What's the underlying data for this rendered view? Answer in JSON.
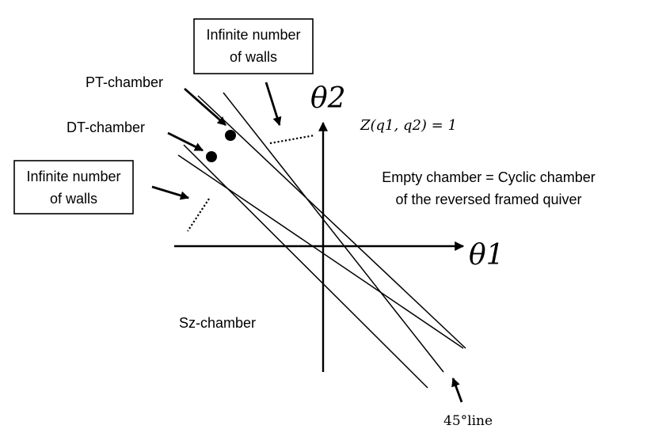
{
  "labels": {
    "top_box_line1": "Infinite number",
    "top_box_line2": "of walls",
    "left_box_line1": "Infinite number",
    "left_box_line2": "of walls",
    "pt_chamber": "PT-chamber",
    "dt_chamber": "DT-chamber",
    "sz_chamber": "Sz-chamber",
    "empty_line1": "Empty chamber = Cyclic chamber",
    "empty_line2": "of the reversed framed quiver",
    "z_eq": "Z(q1, q2) = 1",
    "theta1": "θ1",
    "theta2": "θ2",
    "line45": "45°line"
  }
}
